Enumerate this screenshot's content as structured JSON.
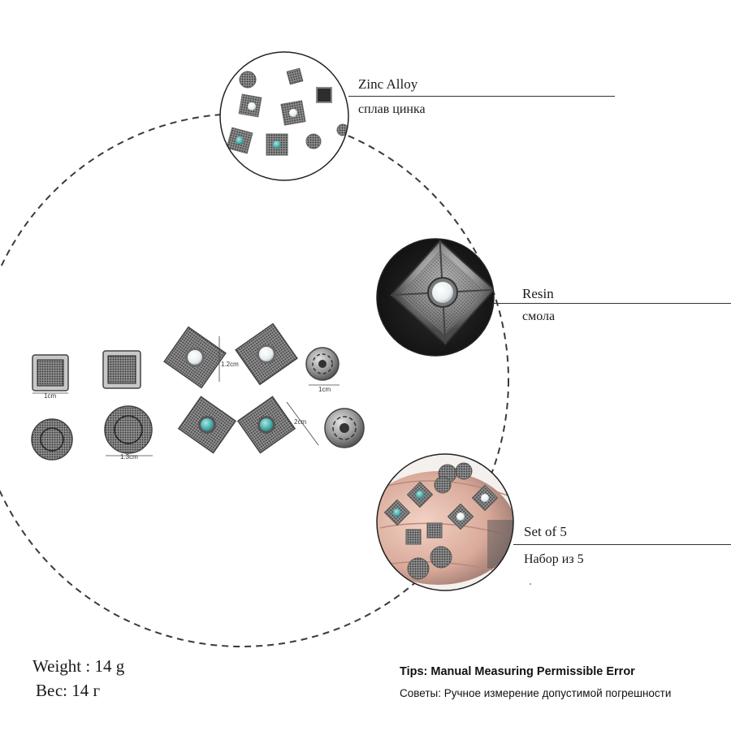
{
  "materials": [
    {
      "name_en": "Zinc Alloy",
      "name_ru": "сплав цинка"
    },
    {
      "name_en": "Resin",
      "name_ru": "смола"
    },
    {
      "name_en": "Set of 5",
      "name_ru": "Набор из 5"
    }
  ],
  "dimensions": {
    "square_width": "1cm",
    "rhombus_height": "1.2cm",
    "flower_width": "1cm",
    "rhombus_diagonal": "2cm",
    "round_diameter": "1.3cm"
  },
  "weight": {
    "en": "Weight : 14 g",
    "ru": "Вес: 14 г"
  },
  "tips": {
    "en": "Tips: Manual Measuring Permissible Error",
    "ru": "Советы: Ручное измерение допустимой погрешности"
  },
  "colors": {
    "silver": "#9a9a9a",
    "dark_metal": "#3a3a3a",
    "turquoise": "#4fb2b0",
    "pearl": "#e6eef0",
    "dark_background": "#151515",
    "skin": "#d9aa9a"
  }
}
